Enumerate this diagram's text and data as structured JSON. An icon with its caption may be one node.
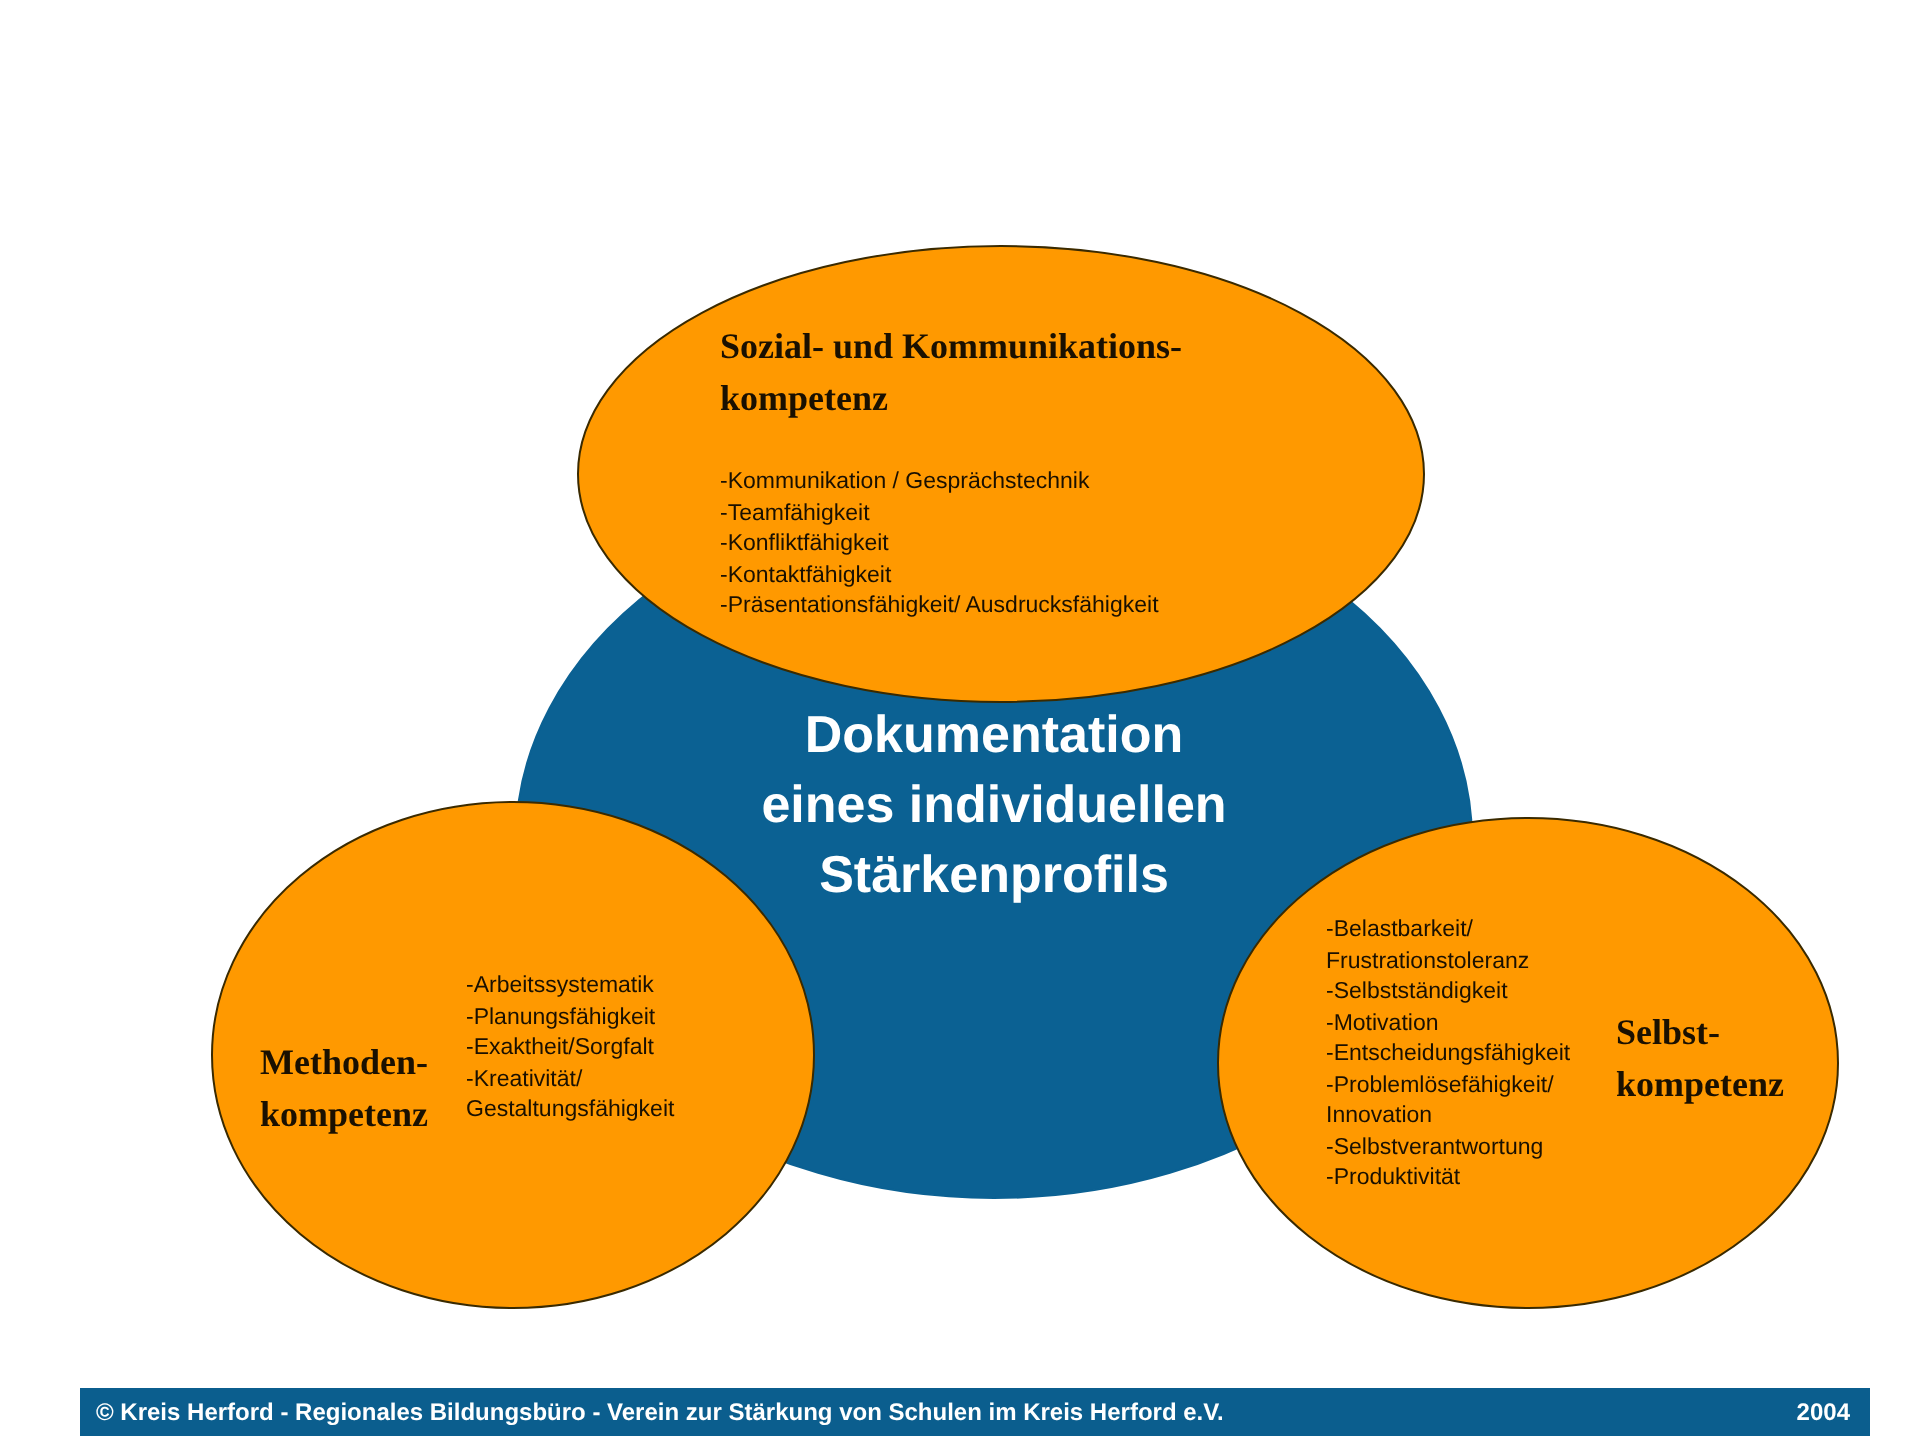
{
  "diagram": {
    "nodes": [
      {
        "text": [
          "Sozial- und Kommunikations- kompetenz",
          "-Kommunikation / Gesprächstechnik",
          "-Teamfähigkeit",
          "-Konfliktfähigkeit",
          "-Kontaktfähigkeit",
          "-Präsentationsfähigkeit/ Ausdrucksfähigkeit"
        ]
      },
      {
        "text": [
          "Dokumentation eines individuellen Stärkenprofils"
        ]
      },
      {
        "text": [
          "Methoden- kompetenz",
          "-Arbeitssystematik",
          "-Planungsfähigkeit",
          "-Exaktheit/Sorgfalt",
          "-Kreativität/ Gestaltungsfähigkeit"
        ]
      },
      {
        "text": [
          "Selbst- kompetenz",
          "-Belastbarkeit/ Frustrationstoleranz",
          "-Selbstständigkeit",
          "-Motivation",
          "-Entscheidungsfähigkeit",
          "-Problemlösefähigkeit/ Innovation",
          "-Selbstverantwortung",
          "-Produktivität"
        ]
      }
    ],
    "edges": [],
    "labels": [
      "© Kreis Herford - Regionales Bildungsbüro - Verein zur Stärkung von Schulen im Kreis Herford e.V.",
      "2004"
    ]
  }
}
